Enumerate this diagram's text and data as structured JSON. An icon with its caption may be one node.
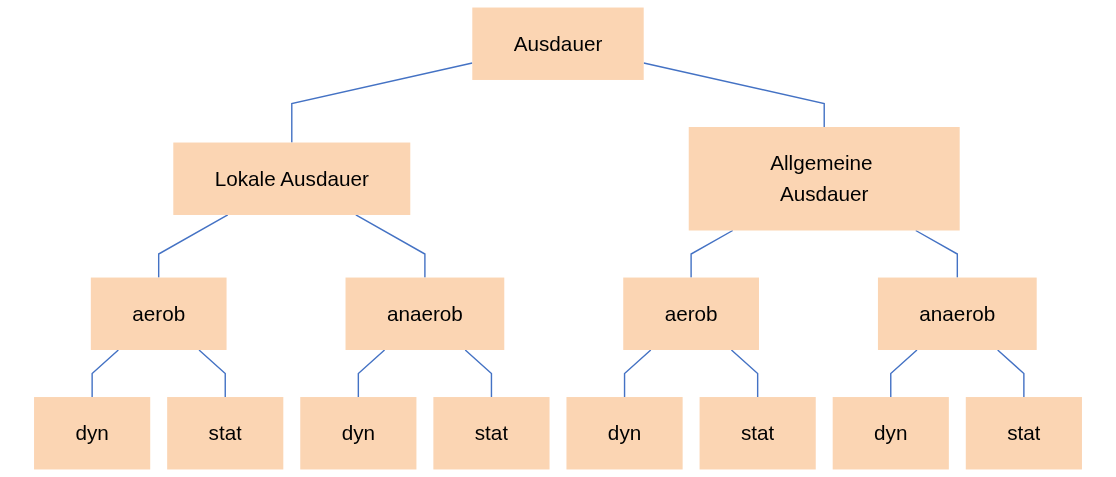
{
  "diagram": {
    "nodes": [
      {
        "text": [
          "Ausdauer"
        ]
      },
      {
        "text": [
          "Lokale Ausdauer"
        ]
      },
      {
        "text": [
          "Allgemeine Ausdauer"
        ]
      },
      {
        "text": [
          "aerob"
        ]
      },
      {
        "text": [
          "anaerob"
        ]
      },
      {
        "text": [
          "aerob"
        ]
      },
      {
        "text": [
          "anaerob"
        ]
      },
      {
        "text": [
          "dyn"
        ]
      },
      {
        "text": [
          "stat"
        ]
      },
      {
        "text": [
          "dyn"
        ]
      },
      {
        "text": [
          "stat"
        ]
      },
      {
        "text": [
          "dyn"
        ]
      },
      {
        "text": [
          "stat"
        ]
      },
      {
        "text": [
          "dyn"
        ]
      },
      {
        "text": [
          "stat"
        ]
      }
    ],
    "edges": [
      {
        "from": 0,
        "to": 1,
        "arrow": "none"
      },
      {
        "from": 0,
        "to": 2,
        "arrow": "none"
      },
      {
        "from": 1,
        "to": 3,
        "arrow": "none"
      },
      {
        "from": 1,
        "to": 4,
        "arrow": "none"
      },
      {
        "from": 2,
        "to": 5,
        "arrow": "none"
      },
      {
        "from": 2,
        "to": 6,
        "arrow": "none"
      },
      {
        "from": 3,
        "to": 7,
        "arrow": "none"
      },
      {
        "from": 3,
        "to": 8,
        "arrow": "none"
      },
      {
        "from": 4,
        "to": 9,
        "arrow": "none"
      },
      {
        "from": 4,
        "to": 10,
        "arrow": "none"
      },
      {
        "from": 5,
        "to": 11,
        "arrow": "none"
      },
      {
        "from": 5,
        "to": 12,
        "arrow": "none"
      },
      {
        "from": 6,
        "to": 13,
        "arrow": "none"
      },
      {
        "from": 6,
        "to": 14,
        "arrow": "none"
      }
    ]
  }
}
